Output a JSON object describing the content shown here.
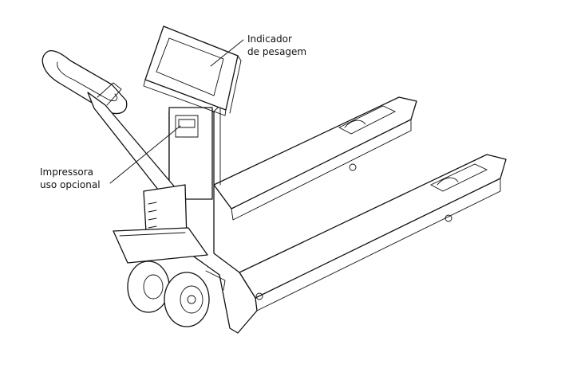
{
  "labels": {
    "scale_indicator": [
      "Indicador",
      "de pesagem"
    ],
    "printer": [
      "Impressora",
      "uso opcional"
    ]
  },
  "colors": {
    "line": "#111111",
    "background": "#ffffff"
  }
}
